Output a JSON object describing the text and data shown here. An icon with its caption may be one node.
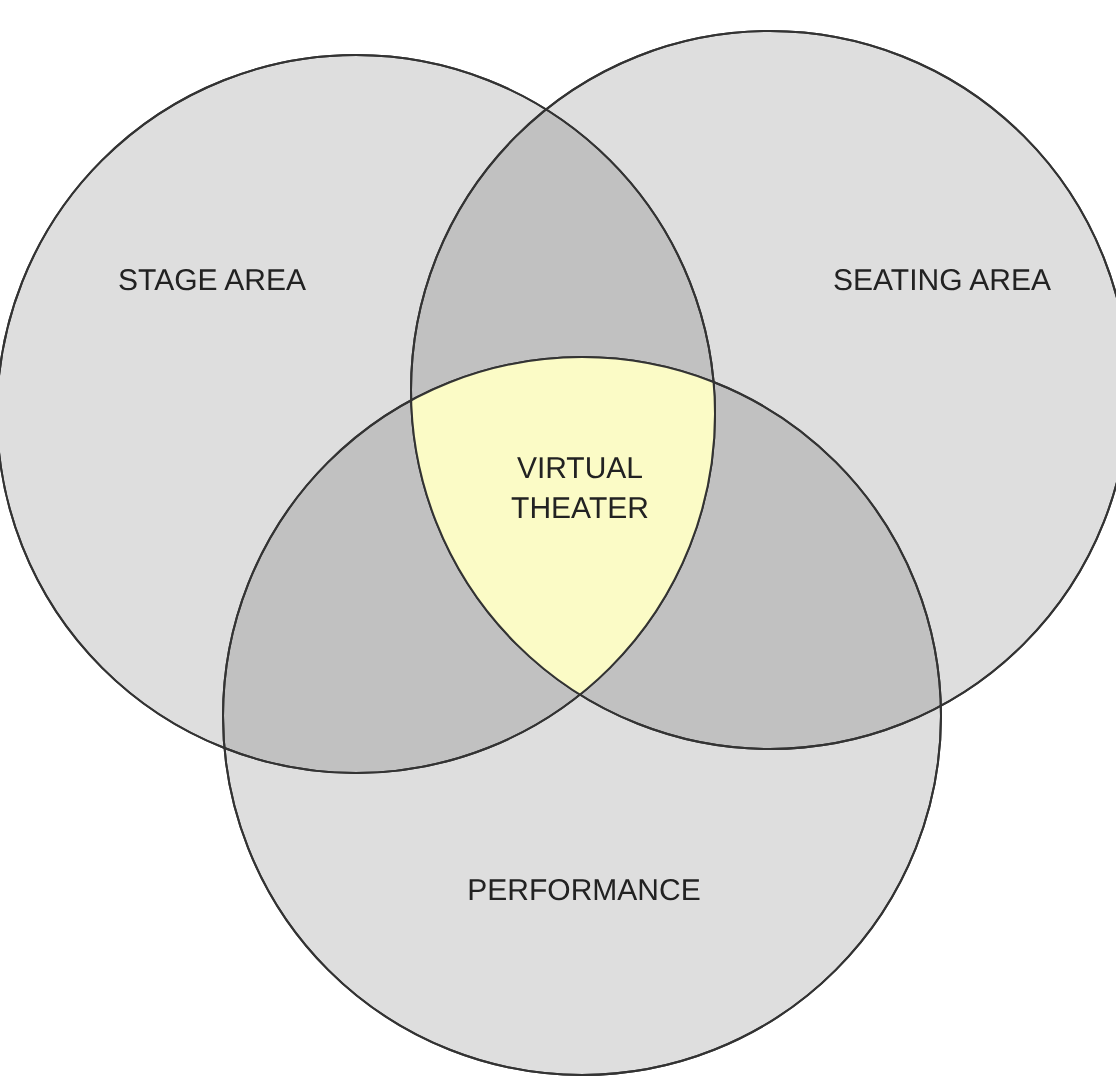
{
  "diagram": {
    "nodes": [
      {
        "text": [
          "STAGE AREA"
        ]
      },
      {
        "text": [
          "SEATING AREA"
        ]
      },
      {
        "text": [
          "PERFORMANCE"
        ]
      },
      {
        "text": [
          "VIRTUAL THEATER"
        ]
      }
    ]
  }
}
